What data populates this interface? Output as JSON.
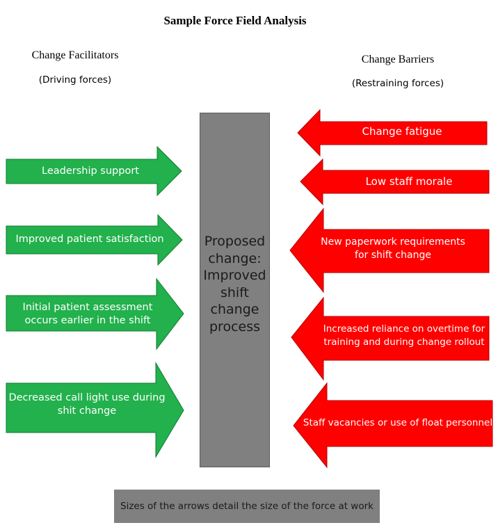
{
  "title": "Sample Force Field Analysis",
  "facilitators": {
    "heading": "Change Facilitators",
    "subheading": "(Driving forces)",
    "items": [
      "Leadership support",
      "Improved patient satisfaction",
      "Initial patient assessment\noccurs earlier in the shift",
      "Decreased call light use during\nshit change"
    ]
  },
  "barriers": {
    "heading": "Change Barriers",
    "subheading": "(Restraining forces)",
    "items": [
      "Change fatigue",
      "Low staff morale",
      "New paperwork requirements\nfor shift change",
      "Increased reliance on overtime for\ntraining and during change rollout",
      "Staff vacancies or use of float personnel"
    ]
  },
  "center": "Proposed\nchange:\nImproved\nshift\nchange\nprocess",
  "footer": "Sizes of the arrows detail the size of the force at work",
  "colors": {
    "driving": "#22b14c",
    "restraining": "#ff0000",
    "center": "#808080"
  }
}
